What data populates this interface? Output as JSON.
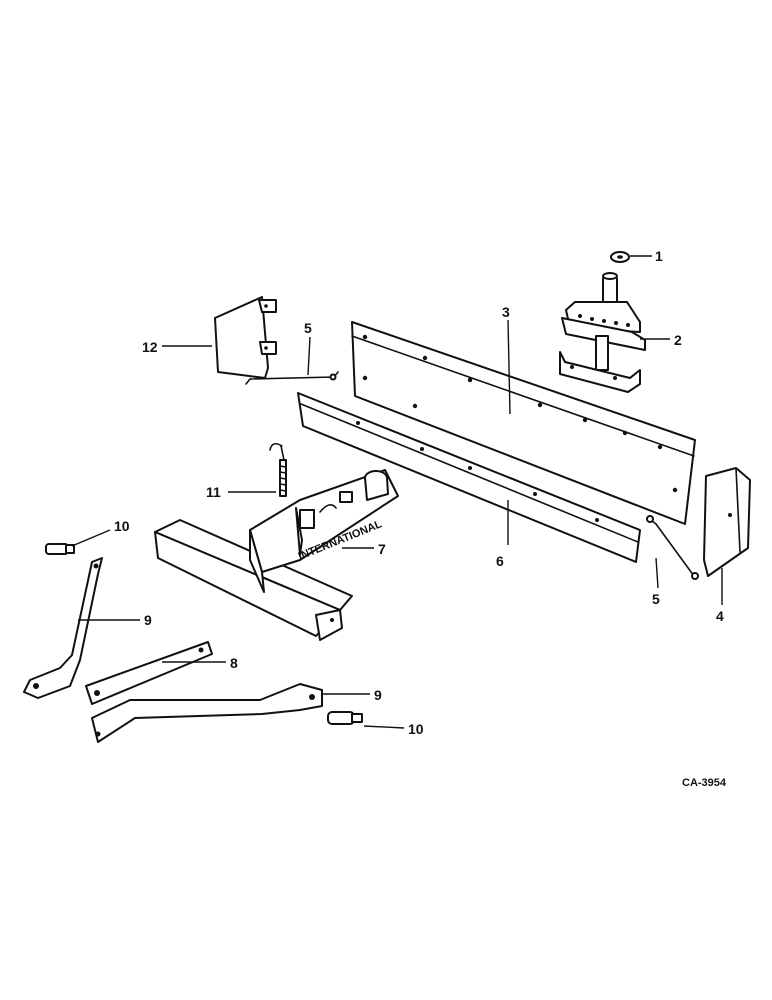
{
  "diagram": {
    "drawing_code": "CA-3954",
    "callouts": [
      {
        "id": "c1",
        "label": "1"
      },
      {
        "id": "c2",
        "label": "2"
      },
      {
        "id": "c3",
        "label": "3"
      },
      {
        "id": "c4",
        "label": "4"
      },
      {
        "id": "c5a",
        "label": "5"
      },
      {
        "id": "c5b",
        "label": "5"
      },
      {
        "id": "c6",
        "label": "6"
      },
      {
        "id": "c7",
        "label": "7"
      },
      {
        "id": "c8",
        "label": "8"
      },
      {
        "id": "c9a",
        "label": "9"
      },
      {
        "id": "c9b",
        "label": "9"
      },
      {
        "id": "c10a",
        "label": "10"
      },
      {
        "id": "c10b",
        "label": "10"
      },
      {
        "id": "c11",
        "label": "11"
      },
      {
        "id": "c12",
        "label": "12"
      }
    ],
    "frame_stamp": "INTERNATIONAL"
  },
  "colors": {
    "ink": "#111111",
    "paper": "#ffffff"
  }
}
